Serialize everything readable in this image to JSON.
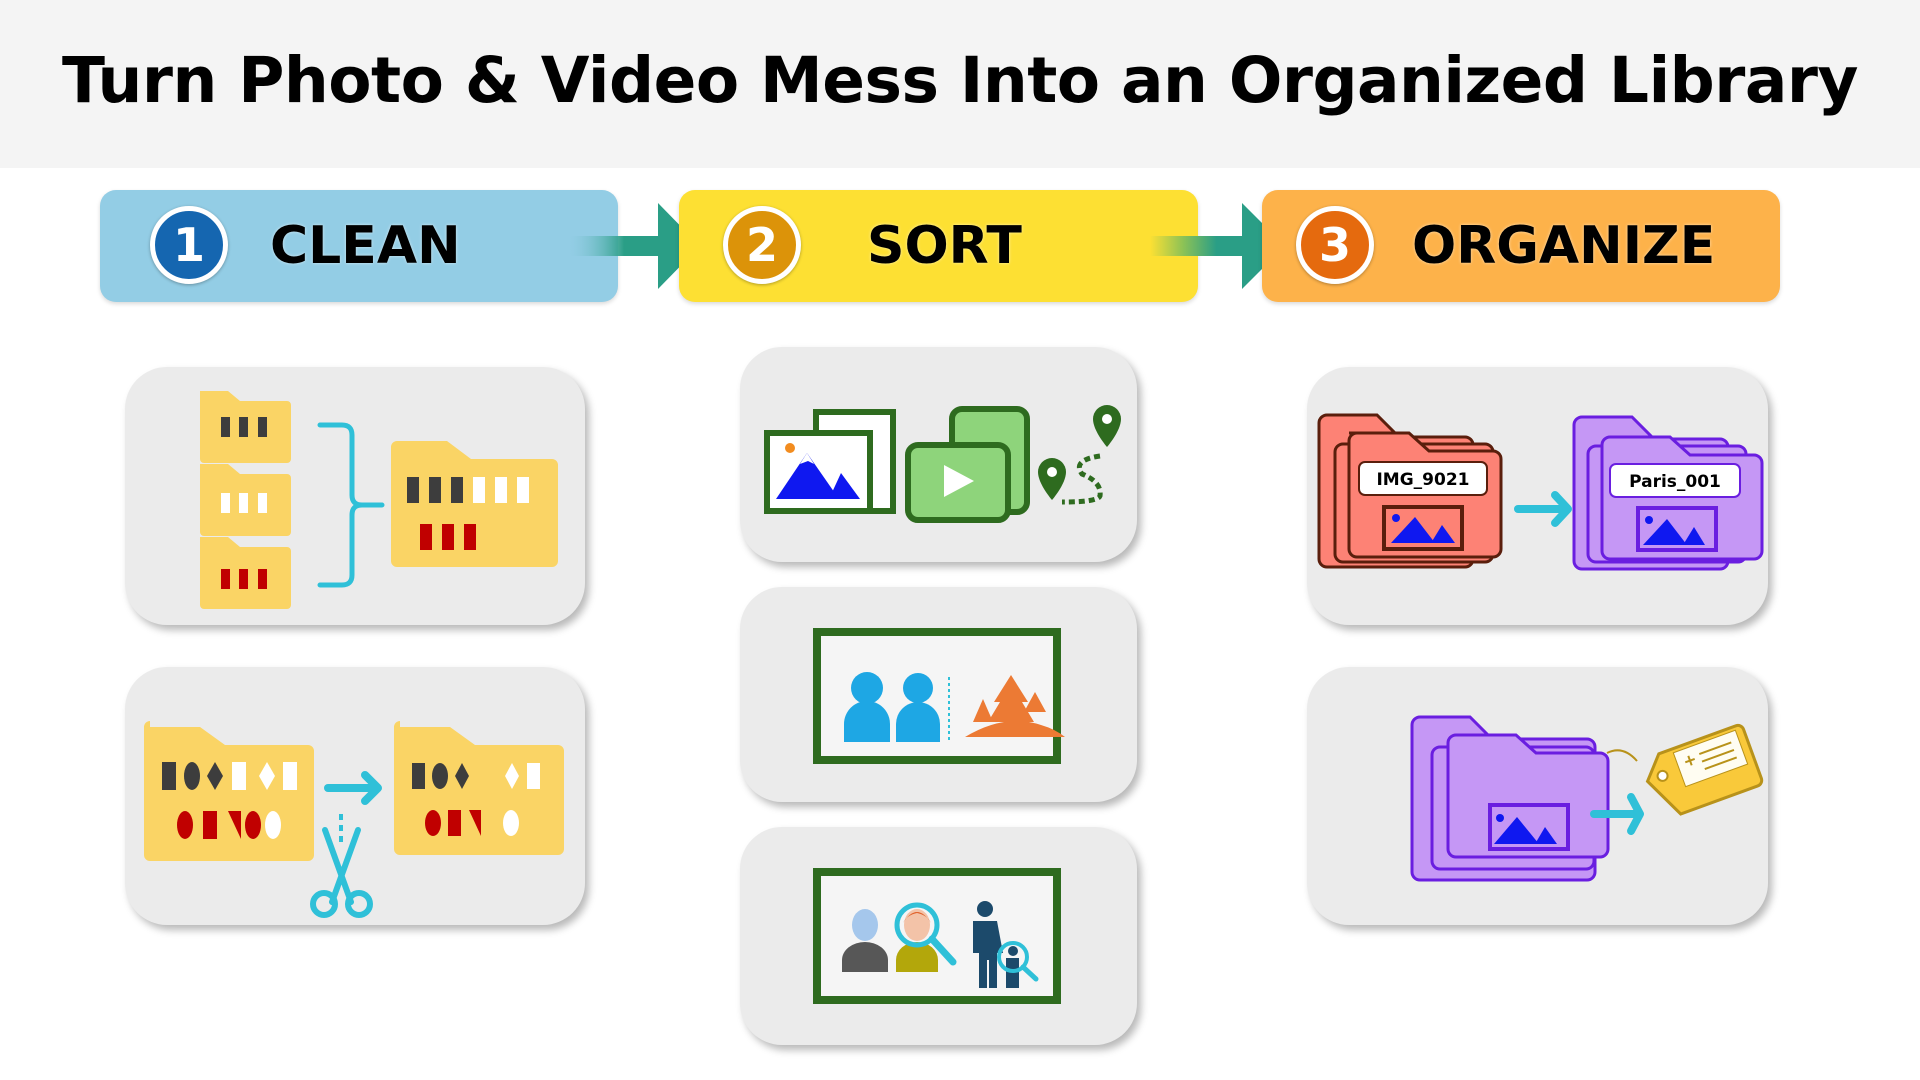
{
  "title": "Turn Photo & Video Mess Into an Organized Library",
  "colors": {
    "header_bg": "#f4f4f4",
    "clean": "#93cde5",
    "sort": "#fde033",
    "organize": "#fdb24a",
    "num1": "#1566b0",
    "num2": "#dc9309",
    "num3": "#e56a0e",
    "arrow": "#2a9e86",
    "card_bg": "#ebebeb"
  },
  "steps": [
    {
      "number": "1",
      "label": "CLEAN"
    },
    {
      "number": "2",
      "label": "SORT"
    },
    {
      "number": "3",
      "label": "ORGANIZE"
    }
  ],
  "columns": {
    "clean": {
      "cards": [
        {
          "name": "merge-folders",
          "icons": [
            "folder-icon",
            "folder-icon",
            "folder-icon",
            "bracket-icon",
            "merged-folder-icon"
          ]
        },
        {
          "name": "remove-duplicates",
          "icons": [
            "folder-icon",
            "arrow-right-icon",
            "scissors-icon",
            "folder-icon"
          ]
        }
      ]
    },
    "sort": {
      "cards": [
        {
          "name": "sort-by-type-location",
          "icons": [
            "photo-stack-icon",
            "video-icon",
            "location-route-icon"
          ]
        },
        {
          "name": "sort-people-vs-places",
          "icons": [
            "people-icon",
            "landscape-trees-icon"
          ]
        },
        {
          "name": "face-recognition",
          "icons": [
            "person-icon",
            "face-search-icon",
            "family-search-icon"
          ]
        }
      ]
    },
    "organize": {
      "cards": [
        {
          "name": "rename-files",
          "from_label": "IMG_9021",
          "to_label": "Paris_001"
        },
        {
          "name": "tag-files",
          "icons": [
            "purple-folder-icon",
            "arrow-right-icon",
            "tag-icon"
          ]
        }
      ]
    }
  }
}
